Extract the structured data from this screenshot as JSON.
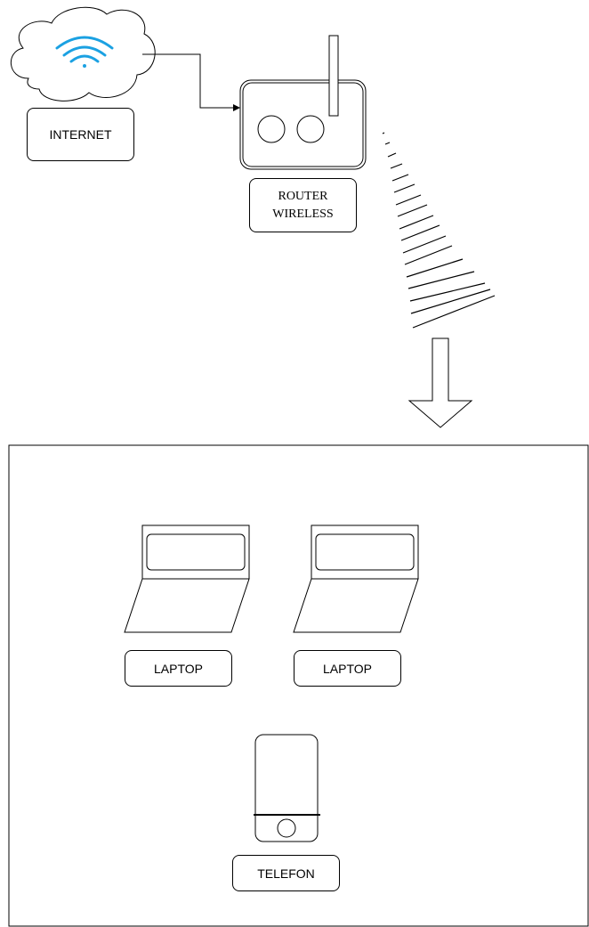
{
  "labels": {
    "internet": "INTERNET",
    "router_line1": "ROUTER",
    "router_line2": "WIRELESS",
    "laptop_left": "LAPTOP",
    "laptop_right": "LAPTOP",
    "phone": "TELEFON"
  },
  "colors": {
    "wifi_icon": "#1ba1e2",
    "stroke": "#000000",
    "fill": "#ffffff"
  },
  "icons": {
    "cloud": "cloud-icon",
    "wifi": "wifi-icon",
    "router": "router-icon",
    "signal": "signal-waves-icon",
    "arrow": "down-arrow-icon",
    "laptop": "laptop-icon",
    "phone": "phone-icon"
  }
}
